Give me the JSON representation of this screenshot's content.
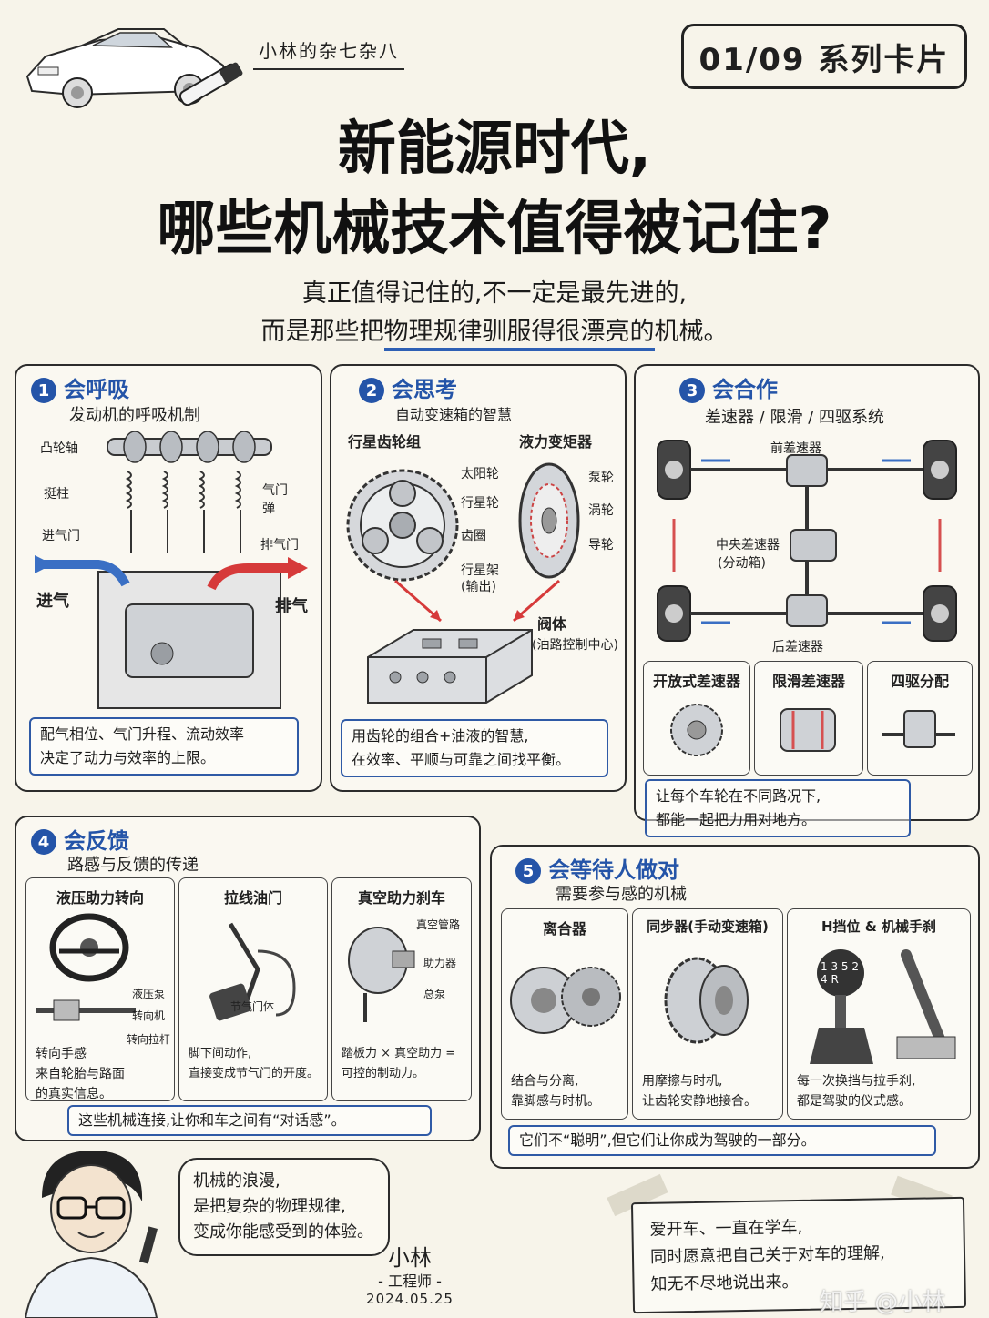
{
  "header": {
    "brand": "小林的杂七杂八",
    "series": "01/09 系列卡片",
    "title_line1": "新能源时代,",
    "title_line2": "哪些机械技术值得被记住?",
    "subtitle_line1": "真正值得记住的,不一定是最先进的,",
    "subtitle_line2_pre": "而是那些把",
    "subtitle_line2_hl": "物理规律驯服得很漂亮的",
    "subtitle_line2_post": "机械。"
  },
  "cards": {
    "c1": {
      "num": "1",
      "title": "会呼吸",
      "subtitle": "发动机的呼吸机制",
      "labels": {
        "camshaft": "凸轮轴",
        "tappet": "挺柱",
        "spring": "气门弹",
        "intake_valve": "进气门",
        "exhaust_valve": "排气门",
        "intake": "进气",
        "exhaust": "排气"
      },
      "note_line1": "配气相位、气门升程、流动效率",
      "note_line2": "决定了动力与效率的上限。"
    },
    "c2": {
      "num": "2",
      "title": "会思考",
      "subtitle": "自动变速箱的智慧",
      "labels": {
        "planetary": "行星齿轮组",
        "converter": "液力变矩器",
        "sun": "太阳轮",
        "planet": "行星轮",
        "ring": "齿圈",
        "carrier1": "行星架",
        "carrier2": "(输出)",
        "pump": "泵轮",
        "turbine": "涡轮",
        "stator": "导轮",
        "valve1": "阀体",
        "valve2": "(油路控制中心)"
      },
      "note_line1": "用齿轮的组合+油液的智慧,",
      "note_line2": "在效率、平顺与可靠之间找平衡。"
    },
    "c3": {
      "num": "3",
      "title": "会合作",
      "subtitle": "差速器 / 限滑 / 四驱系统",
      "labels": {
        "front": "前差速器",
        "center1": "中央差速器",
        "center2": "(分动箱)",
        "rear": "后差速器"
      },
      "sub": [
        "开放式差速器",
        "限滑差速器",
        "四驱分配"
      ],
      "note_line1": "让每个车轮在不同路况下,",
      "note_line2": "都能一起把力用对地方。"
    },
    "c4": {
      "num": "4",
      "title": "会反馈",
      "subtitle": "路感与反馈的传递",
      "items": [
        {
          "title": "液压助力转向",
          "l1": "液压泵",
          "l2": "转向机",
          "l3": "转向拉杆",
          "d1": "转向手感",
          "d2": "来自轮胎与路面",
          "d3": "的真实信息。"
        },
        {
          "title": "拉线油门",
          "l1": "节气门体",
          "d1": "脚下间动作,",
          "d2": "直接变成节气门的开度。"
        },
        {
          "title": "真空助力刹车",
          "l1": "真空管路",
          "l2": "助力器",
          "l3": "总泵",
          "d1": "踏板力 × 真空助力 =",
          "d2": "可控的制动力。"
        }
      ],
      "note": "这些机械连接,让你和车之间有“对话感”。"
    },
    "c5": {
      "num": "5",
      "title": "会等待人做对",
      "subtitle": "需要参与感的机械",
      "items": [
        {
          "title": "离合器",
          "d1": "结合与分离,",
          "d2": "靠脚感与时机。"
        },
        {
          "title": "同步器(手动变速箱)",
          "d1": "用摩擦与时机,",
          "d2": "让齿轮安静地接合。"
        },
        {
          "title": "H挡位 & 机械手刹",
          "gear": "1 3 5 2 4 R",
          "d1": "每一次换挡与拉手刹,",
          "d2": "都是驾驶的仪式感。"
        }
      ],
      "note": "它们不“聪明”,但它们让你成为驾驶的一部分。"
    }
  },
  "footer": {
    "bubble_l1": "机械的浪漫,",
    "bubble_l2": "是把复杂的物理规律,",
    "bubble_l3": "变成你能感受到的体验。",
    "author": "小林",
    "role": "- 工程师 -",
    "date": "2024.05.25",
    "paper_l1": "爱开车、一直在学车,",
    "paper_l2": "同时愿意把自己关于对车的理解,",
    "paper_l3": "知无不尽地说出来。",
    "watermark": "知乎 @小林"
  },
  "colors": {
    "accent": "#2454a8",
    "intake": "#3a6fc4",
    "exhaust": "#d63a3a",
    "paper": "#f7f4ea"
  }
}
